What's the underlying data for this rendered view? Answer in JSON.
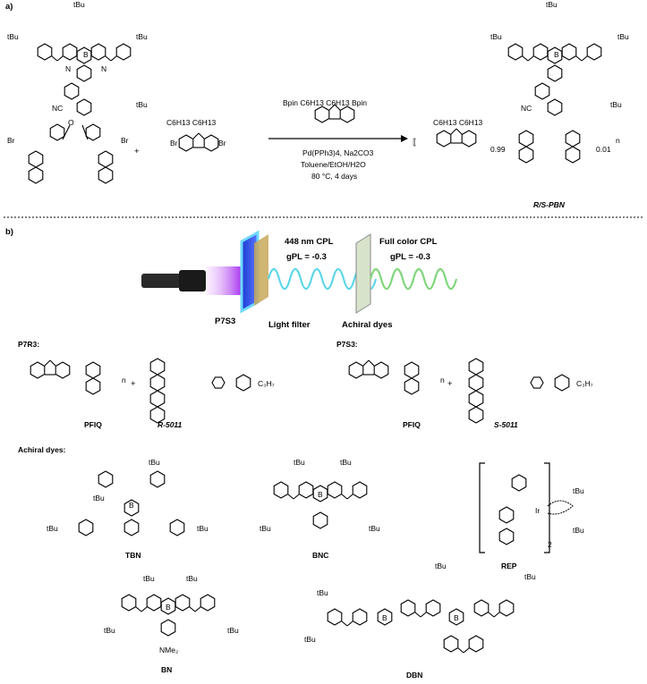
{
  "panel_a": {
    "label": "a)",
    "plus": "+",
    "reactant_mono": {
      "br_left": "Br",
      "br_right": "Br",
      "substituents": "C6H13 C6H13"
    },
    "reactant_left": {
      "tbu": "tBu",
      "cn": "NC",
      "br": "Br",
      "o": "O",
      "b": "B",
      "n": "N"
    },
    "reagent": "Bpin C6H13 C6H13 Bpin",
    "conditions": [
      "Pd(PPh3)4, Na2CO3",
      "Toluene/EtOH/H2O",
      "80 °C, 4 days"
    ],
    "product": {
      "x": "0.99",
      "y": "0.01",
      "n": "n",
      "name": "R/S-PBN",
      "cn": "NC"
    }
  },
  "panel_b": {
    "label": "b)",
    "cpl_left_title": "448 nm CPL",
    "cpl_left_g": "gPL = -0.3",
    "cpl_right_title": "Full color CPL",
    "cpl_right_g": "gPL = -0.3",
    "label_p7s3": "P7S3",
    "label_filter": "Light filter",
    "label_dyes": "Achiral dyes",
    "p7r3": {
      "header": "P7R3:",
      "poly": "PFIQ",
      "dopant": "R-5011",
      "n": "n",
      "plus": "+"
    },
    "p7s3": {
      "header": "P7S3:",
      "poly": "PFIQ",
      "dopant": "S-5011",
      "n": "n",
      "plus": "+"
    },
    "achiral_header": "Achiral dyes:",
    "dyes": [
      "TBN",
      "BNC",
      "REP",
      "BN",
      "DBN"
    ]
  },
  "colors": {
    "flashlight_glow": "#a020f0",
    "cpl_blue": "#5cd6e8",
    "cpl_green": "#7ed67a",
    "filter_blue": "#2a4bd8"
  }
}
